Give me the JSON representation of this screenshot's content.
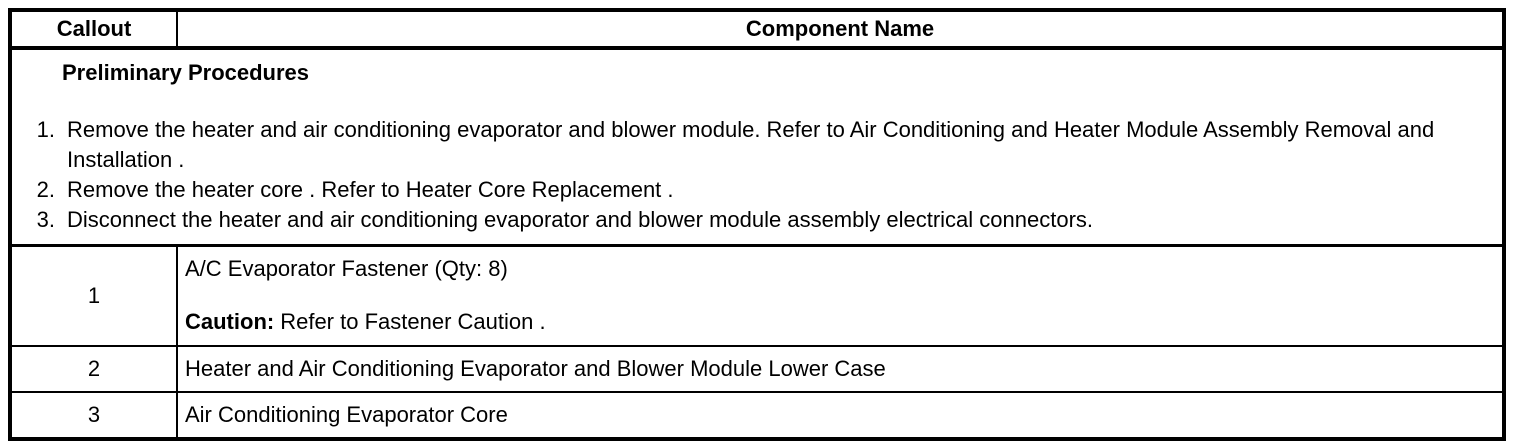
{
  "colors": {
    "background": "#ffffff",
    "border": "#000000",
    "text": "#000000"
  },
  "table": {
    "header": {
      "callout": "Callout",
      "component_name": "Component Name"
    },
    "preliminary": {
      "title": "Preliminary Procedures",
      "step_numbers": [
        "1.",
        "2.",
        "3."
      ],
      "steps": [
        "Remove the heater and air conditioning evaporator and blower module. Refer to Air Conditioning and Heater Module Assembly Removal and Installation .",
        "Remove the heater core . Refer to Heater Core Replacement .",
        "Disconnect the heater and air conditioning evaporator and blower module assembly electrical connectors."
      ]
    },
    "rows": [
      {
        "callout": "1",
        "component": "A/C Evaporator Fastener (Qty: 8)",
        "caution_label": "Caution:",
        "caution_text": "Refer to Fastener Caution ."
      },
      {
        "callout": "2",
        "component": "Heater and Air Conditioning Evaporator and Blower Module Lower Case"
      },
      {
        "callout": "3",
        "component": "Air Conditioning Evaporator Core"
      }
    ]
  }
}
